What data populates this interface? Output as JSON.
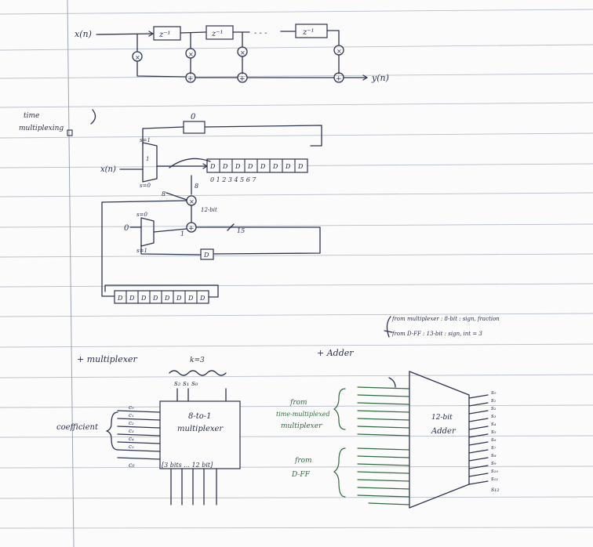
{
  "fir": {
    "input": "x(n)",
    "output": "y(n)",
    "delay": "z⁻¹",
    "ellipsis": "- - -",
    "adder": "+",
    "mult": "×"
  },
  "mac": {
    "note": [
      "time",
      "multiplexing"
    ],
    "zero_top": "0",
    "input": "x(n)",
    "sel_top": "s=1",
    "sel_bottom": "s=0",
    "one": "1",
    "reg_cells": [
      "D",
      "D",
      "D",
      "D",
      "D",
      "D",
      "D",
      "D"
    ],
    "reg_index": "0 1 2 3 4 5 6 7",
    "mult_sym": "8",
    "mult_width": "12-bit",
    "zero_left": "0",
    "sel2_top": "s=0",
    "sel2_bottom": "s=1",
    "acc_width": "15",
    "acc_d": "D",
    "coef_cells": [
      "D",
      "D",
      "D",
      "D",
      "D",
      "D",
      "D",
      "D"
    ]
  },
  "lower": {
    "mux_title": "+ multiplexer",
    "width_label": "k=3",
    "sel_bits": "s₂ s₁ s₀",
    "mux_label": [
      "8-to-1",
      "multiplexer"
    ],
    "coeff_label": "coefficient",
    "mux_inputs": [
      "c₀",
      "c₁",
      "c₂",
      "c₃",
      "c₄",
      "c₅",
      "c₆"
    ],
    "mux_bottom": "[3 bits ... 12 bit]",
    "adder_title": "+ Adder",
    "adder_notes": [
      "from multiplexer : 8-bit : sign, fraction",
      "from D-FF : 13-bit : sign, int = 3"
    ],
    "adder_label": [
      "12-bit",
      "Adder"
    ],
    "from_mult": [
      "from",
      "time-multiplexed",
      "multiplexer"
    ],
    "from_dff": [
      "from",
      "D-FF"
    ],
    "adder_outputs": [
      "s₀",
      "s₁",
      "s₂",
      "s₃",
      "s₄",
      "s₅",
      "s₆",
      "s₇",
      "s₈",
      "s₉",
      "s₁₀",
      "s₁₁",
      "s₁₂"
    ]
  }
}
